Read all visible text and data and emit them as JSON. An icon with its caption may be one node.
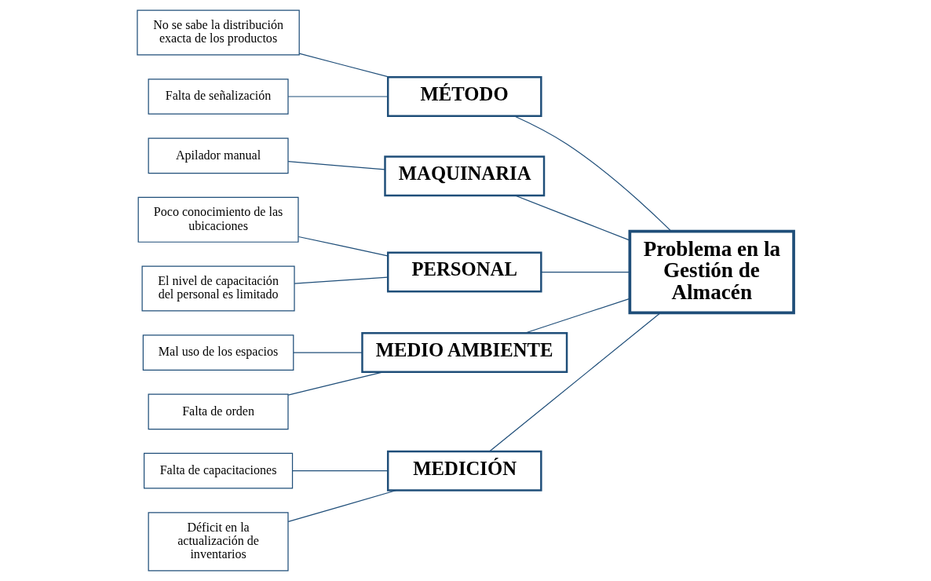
{
  "diagram": {
    "nodes": [
      {
        "text": [
          "MEDICIÓN"
        ]
      },
      {
        "text": [
          "MÉTODO"
        ]
      },
      {
        "text": [
          "Falta de capacitaciones"
        ]
      },
      {
        "text": [
          "No se sabe la distribución exacta de los productos"
        ]
      },
      {
        "text": [
          "Déficit en la actualización de inventarios"
        ]
      },
      {
        "text": [
          "Falta de señalización"
        ]
      },
      {
        "text": [
          "Problema en la Gestión de Almacén"
        ]
      },
      {
        "text": [
          "Mal uso de los espacios"
        ]
      },
      {
        "text": [
          "Apilador manual"
        ]
      },
      {
        "text": [
          "Poco conocimiento de las ubicaciones"
        ]
      },
      {
        "text": [
          "Falta de orden"
        ]
      },
      {
        "text": [
          "El nivel de capacitación del personal es limitado"
        ]
      },
      {
        "text": [
          "MAQUINARIA"
        ]
      },
      {
        "text": [
          "PERSONAL"
        ]
      },
      {
        "text": [
          "MEDIO AMBIENTE"
        ]
      }
    ],
    "edges": [
      {
        "from": 2,
        "to": 0,
        "arrow": "none"
      },
      {
        "from": 4,
        "to": 0,
        "arrow": "none"
      },
      {
        "from": 3,
        "to": 1,
        "arrow": "none"
      },
      {
        "from": 5,
        "to": 1,
        "arrow": "none"
      },
      {
        "from": 7,
        "to": 14,
        "arrow": "none"
      },
      {
        "from": 8,
        "to": 12,
        "arrow": "none"
      },
      {
        "from": 9,
        "to": 13,
        "arrow": "none"
      },
      {
        "from": 10,
        "to": 14,
        "arrow": "none"
      },
      {
        "from": 11,
        "to": 13,
        "arrow": "none"
      },
      {
        "from": 0,
        "to": 6,
        "arrow": "none"
      },
      {
        "from": 1,
        "to": 6,
        "arrow": "none"
      },
      {
        "from": 12,
        "to": 6,
        "arrow": "none"
      },
      {
        "from": 13,
        "to": 6,
        "arrow": "none"
      },
      {
        "from": 14,
        "to": 6,
        "arrow": "none"
      }
    ]
  }
}
